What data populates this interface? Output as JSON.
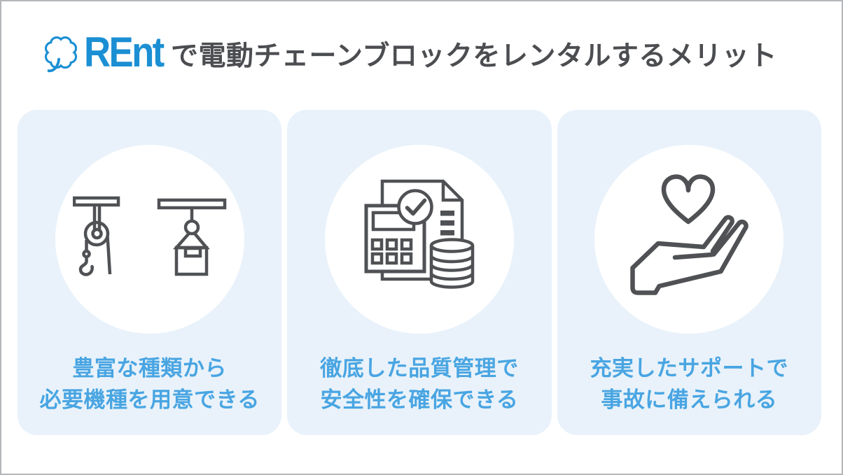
{
  "page": {
    "background": "#ffffff",
    "border_color": "#b4b7ba"
  },
  "header": {
    "logo_text": "REnt",
    "logo_color": "#1b8fd3",
    "title": "で電動チェーンブロックをレンタルするメリット",
    "title_color": "#4b4d50"
  },
  "cards": [
    {
      "icon": "hoist-trolley-icon",
      "line1": "豊富な種類から",
      "line2": "必要機種を用意できる"
    },
    {
      "icon": "quality-check-calculator-coins-icon",
      "line1": "徹底した品質管理で",
      "line2": "安全性を確保できる"
    },
    {
      "icon": "hand-heart-icon",
      "line1": "充実したサポートで",
      "line2": "事故に備えられる"
    }
  ],
  "style": {
    "card_background": "#e9f2fa",
    "card_text_color": "#49a5e2",
    "icon_stroke_color": "#4f5154",
    "circle_background": "#ffffff"
  }
}
